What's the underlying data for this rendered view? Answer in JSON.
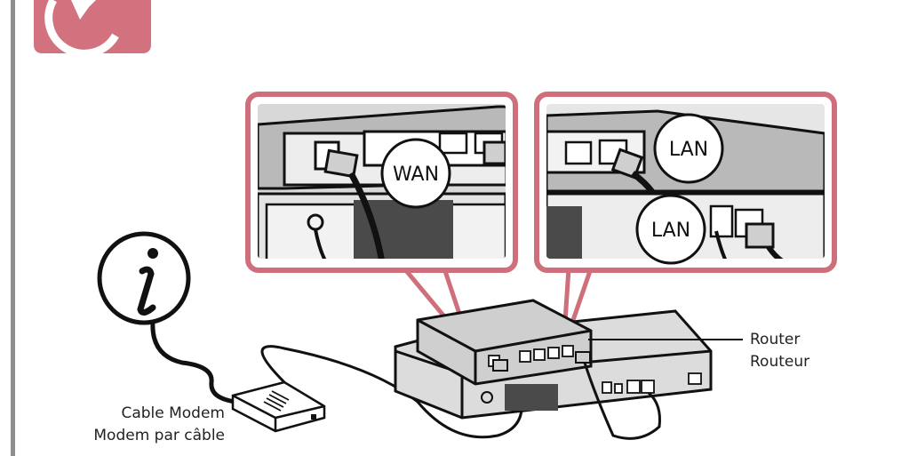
{
  "colors": {
    "accent_pink": "#cf6f7b",
    "dark_gray": "#2a2a2a",
    "panel_gray": "#c8c8c8",
    "outline": "#111111"
  },
  "icons": {
    "header_badge": "pink-circle-badge-icon",
    "info": "info-icon"
  },
  "callouts": {
    "left_port_label": "WAN",
    "right_port_label_top": "LAN",
    "right_port_label_bottom": "LAN"
  },
  "labels": {
    "router_en": "Router",
    "router_fr": "Routeur",
    "modem_en": "Cable Modem",
    "modem_fr": "Modem par câble"
  }
}
